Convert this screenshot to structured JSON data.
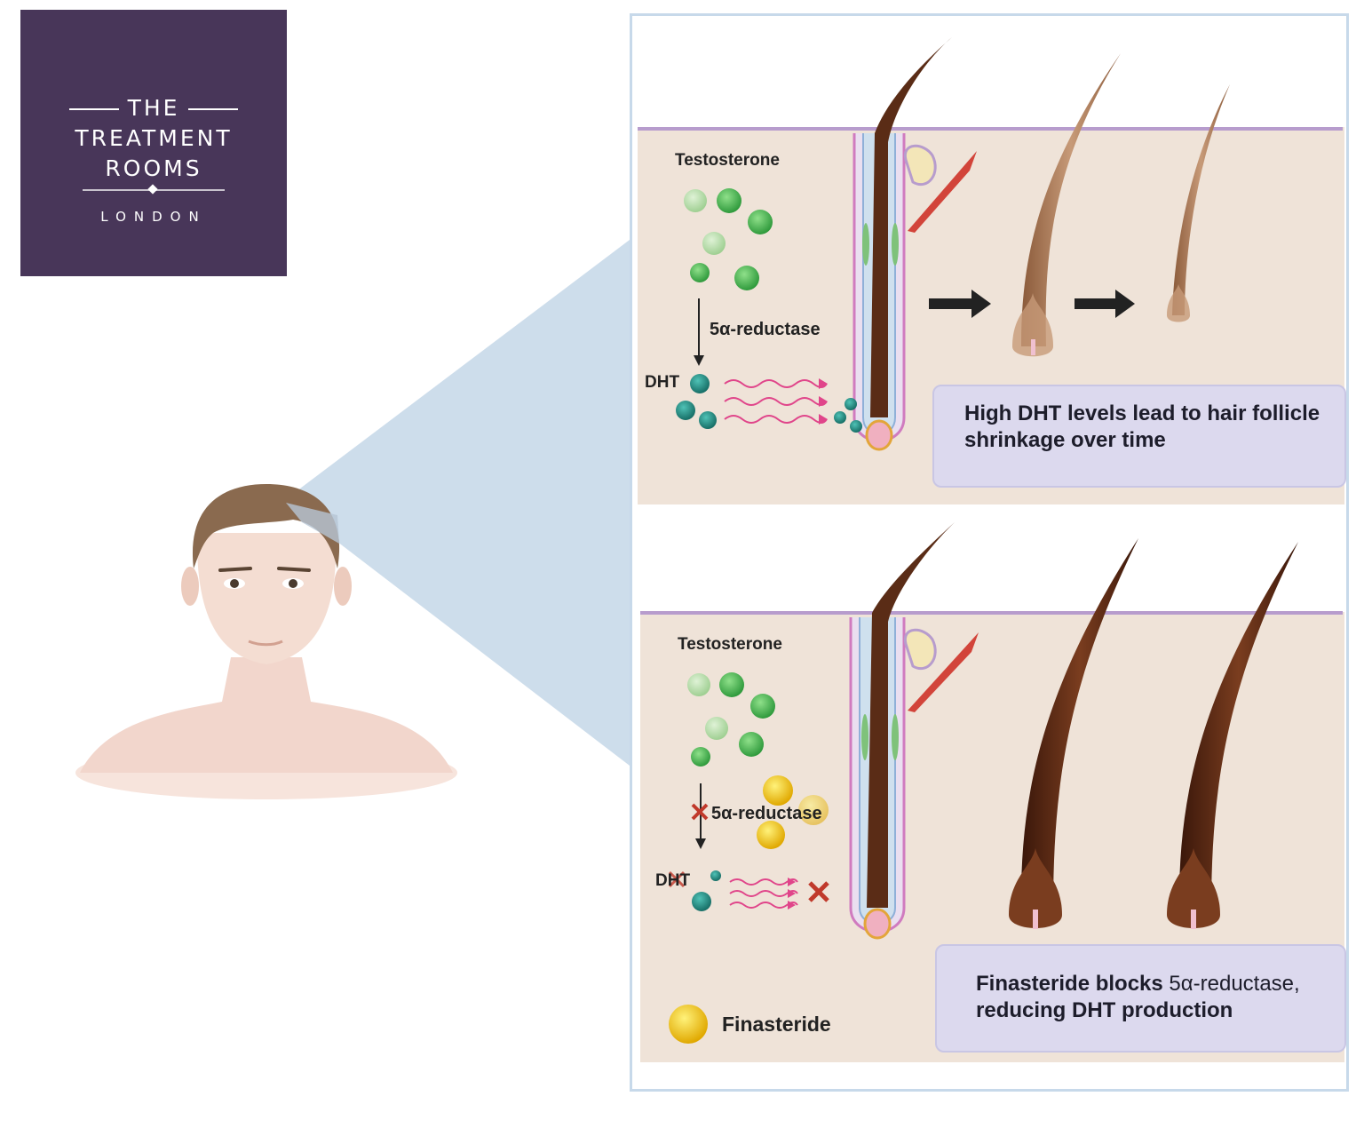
{
  "logo": {
    "line1": "THE",
    "line2": "TREATMENT",
    "line3": "ROOMS",
    "line4": "LONDON",
    "bg_color": "#483659"
  },
  "top_panel": {
    "testosterone_label": "Testosterone",
    "enzyme_label": "5α-reductase",
    "dht_label": "DHT",
    "callout": "High DHT levels lead to hair follicle shrinkage over time"
  },
  "bottom_panel": {
    "testosterone_label": "Testosterone",
    "enzyme_label": "5α-reductase",
    "dht_label": "DHT",
    "callout_bold": "Finasteride blocks",
    "callout_rest": " 5α-reductase,",
    "callout_line2": "reducing DHT production",
    "legend_label": "Finasteride"
  },
  "colors": {
    "skin_panel": "#efe3d8",
    "callout_bg": "#dcd9ee",
    "testosterone": "#4caf50",
    "dht": "#1f8f84",
    "finasteride": "#f2c200",
    "hair": "#5a2c16",
    "frame": "#c7d9ea"
  }
}
